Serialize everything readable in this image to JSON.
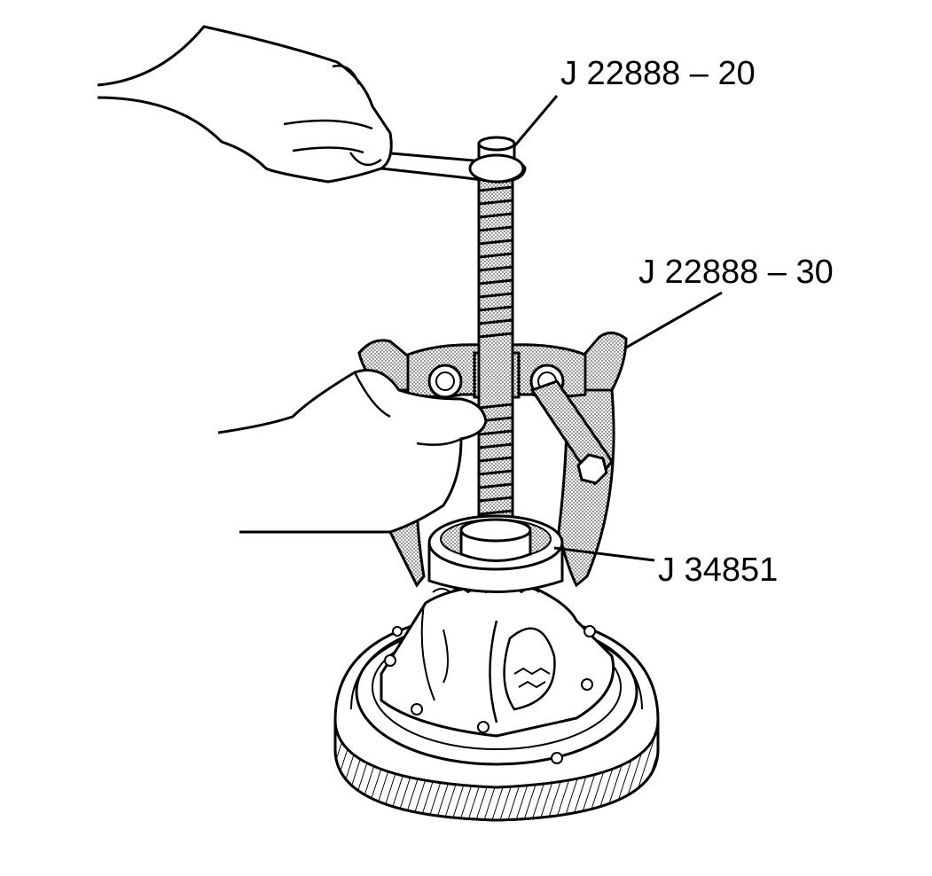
{
  "labels": {
    "forcing_screw": "J 22888 – 20",
    "puller_legs": "J 22888 – 30",
    "pilot_adapter": "J 34851"
  }
}
